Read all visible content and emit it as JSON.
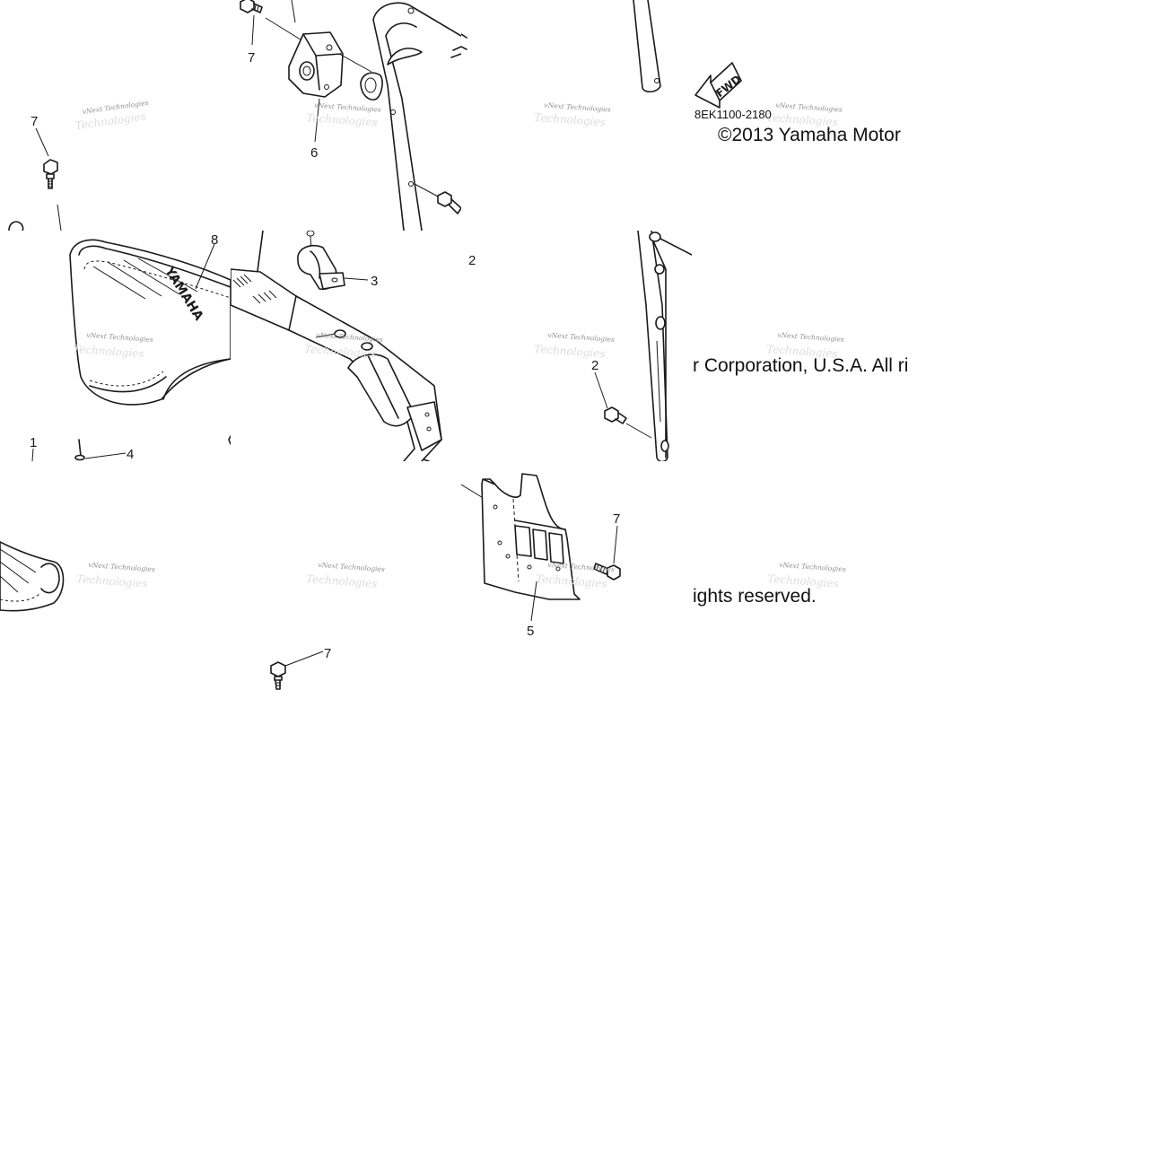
{
  "callouts": [
    {
      "key": "c7a",
      "label": "7"
    },
    {
      "key": "c6",
      "label": "6"
    },
    {
      "key": "c7b",
      "label": "7"
    },
    {
      "key": "c2a",
      "label": "2"
    },
    {
      "key": "c8",
      "label": "8"
    },
    {
      "key": "c3",
      "label": "3"
    },
    {
      "key": "c1",
      "label": "1"
    },
    {
      "key": "c4",
      "label": "4"
    },
    {
      "key": "c2b",
      "label": "2"
    },
    {
      "key": "c7c",
      "label": "7"
    },
    {
      "key": "c5",
      "label": "5"
    },
    {
      "key": "c7d",
      "label": "7"
    }
  ],
  "seat_brand": "YAMAHA",
  "fwd_arrow": "FWD",
  "drawing_code": "8EK1100-2180",
  "copyright": {
    "line1": "©2013 Yamaha Motor",
    "line2": "r Corporation, U.S.A. All ri",
    "line3": "ights reserved."
  },
  "watermark": {
    "line1": "vNext Technologies",
    "line2": "Technologies"
  },
  "colors": {
    "ink": "#1a1a1a",
    "background": "#ffffff",
    "watermark": "#8f8f8f"
  }
}
